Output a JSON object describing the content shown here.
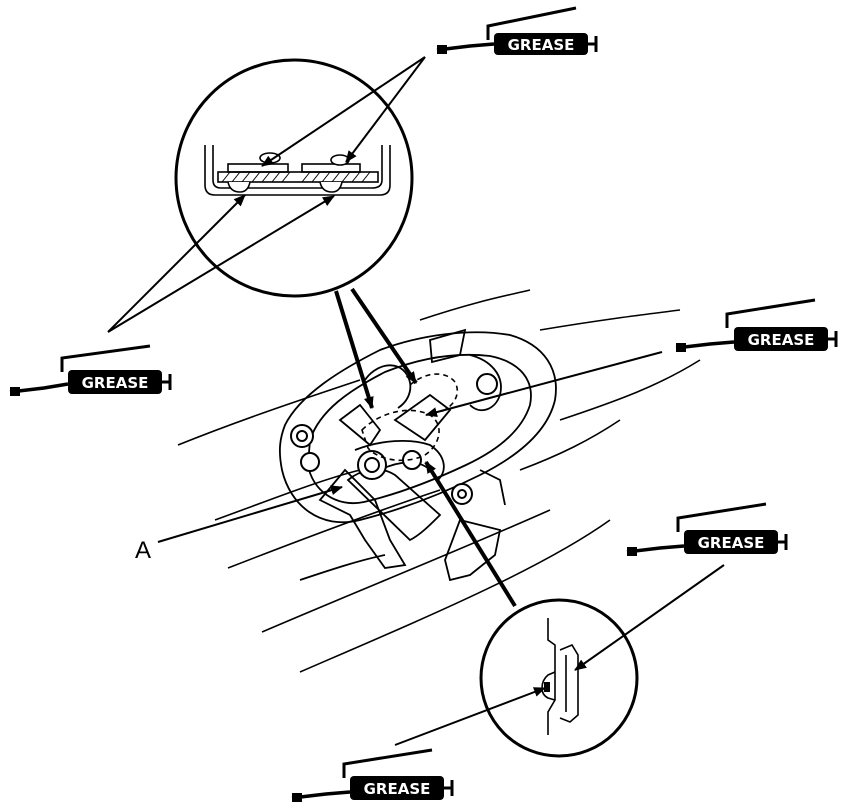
{
  "diagram": {
    "callout_a": "A",
    "grease_labels": [
      "GREASE",
      "GREASE",
      "GREASE",
      "GREASE",
      "GREASE"
    ]
  }
}
